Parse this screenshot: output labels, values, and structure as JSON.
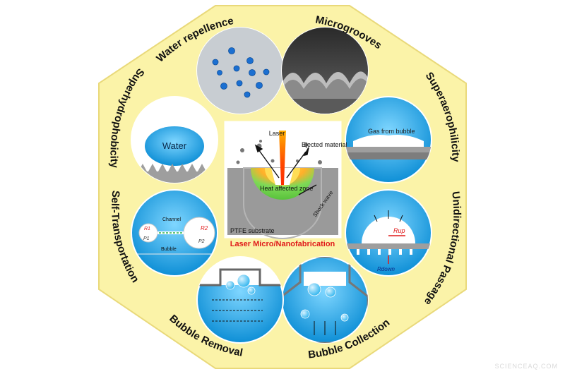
{
  "labels": {
    "water_repellence": "Water repellence",
    "microgrooves": "Microgrooves",
    "superaerophilicity": "Superaerophilicity",
    "unidirectional_passage": "Unidirectional Passage",
    "bubble_collection": "Bubble Collection",
    "bubble_removal": "Bubble Removal",
    "self_transportation": "Self-Transportation",
    "superhydrophobicity": "Superhydrophobicity"
  },
  "center": {
    "title": "Laser Micro/Nanofabrication",
    "laser": "Laser",
    "ejected": "Ejected material",
    "heat_zone": "Heat affected zone",
    "shock_wave": "Shock wave",
    "substrate": "PTFE substrate"
  },
  "panels": {
    "water": "Water",
    "gas_from_bubble": "Gas from bubble",
    "channel": "Channel",
    "bubble": "Bubble",
    "r1": "R1",
    "r2": "R2",
    "p1": "P1",
    "p2": "P2",
    "r_up": "Rup",
    "r_down": "Rdown"
  },
  "watermark": "SCIENCEAQ.COM",
  "colors": {
    "octagon_fill": "#fbf3a8",
    "water_blue": "#1aa6e6",
    "title_red": "#e01a1a"
  }
}
